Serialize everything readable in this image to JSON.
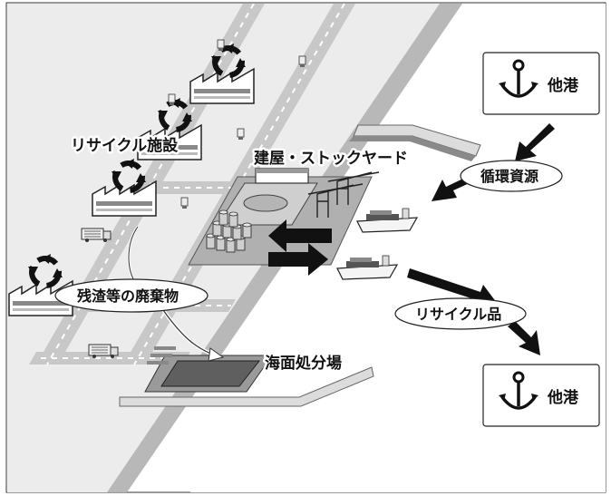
{
  "labels": {
    "recycle_facility": "リサイクル施設",
    "building_stockyard": "建屋・ストックヤード",
    "residue_waste": "残渣等の廃棄物",
    "sea_disposal_site": "海面処分場",
    "circulating_resources": "循環資源",
    "recycled_products": "リサイクル品",
    "other_port_top": "他港",
    "other_port_bottom": "他港"
  },
  "colors": {
    "background": "#ffffff",
    "land": "#ececec",
    "road": "#c8c8c8",
    "road_dash": "#ffffff",
    "sea": "#a9a9a9",
    "quay": "#8a8a8a",
    "pier": "#dcdcdc",
    "arrow": "#111111"
  },
  "icons": [
    "anchor-icon",
    "recycle-icon",
    "factory-icon",
    "truck-icon",
    "ship-icon",
    "crane-icon",
    "drum-icon"
  ]
}
